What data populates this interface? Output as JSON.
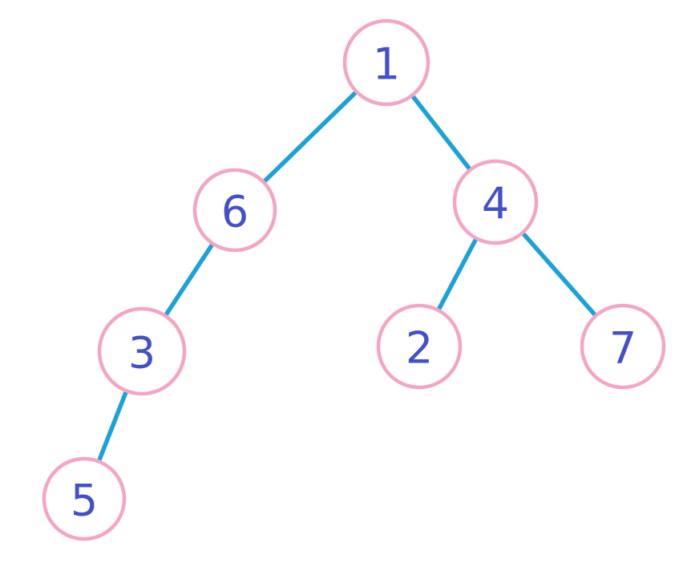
{
  "colors": {
    "edge": "#1BA2D8",
    "node_border": "#F4A5C5",
    "node_text": "#4450C8",
    "background": "#FFFFFF"
  },
  "tree": {
    "nodes": [
      {
        "id": "n1",
        "label": "1"
      },
      {
        "id": "n6",
        "label": "6"
      },
      {
        "id": "n4",
        "label": "4"
      },
      {
        "id": "n3",
        "label": "3"
      },
      {
        "id": "n2",
        "label": "2"
      },
      {
        "id": "n7",
        "label": "7"
      },
      {
        "id": "n5",
        "label": "5"
      }
    ],
    "edges": [
      {
        "from": "n1",
        "to": "n6"
      },
      {
        "from": "n1",
        "to": "n4"
      },
      {
        "from": "n6",
        "to": "n3"
      },
      {
        "from": "n4",
        "to": "n2"
      },
      {
        "from": "n4",
        "to": "n7"
      },
      {
        "from": "n3",
        "to": "n5"
      }
    ]
  }
}
